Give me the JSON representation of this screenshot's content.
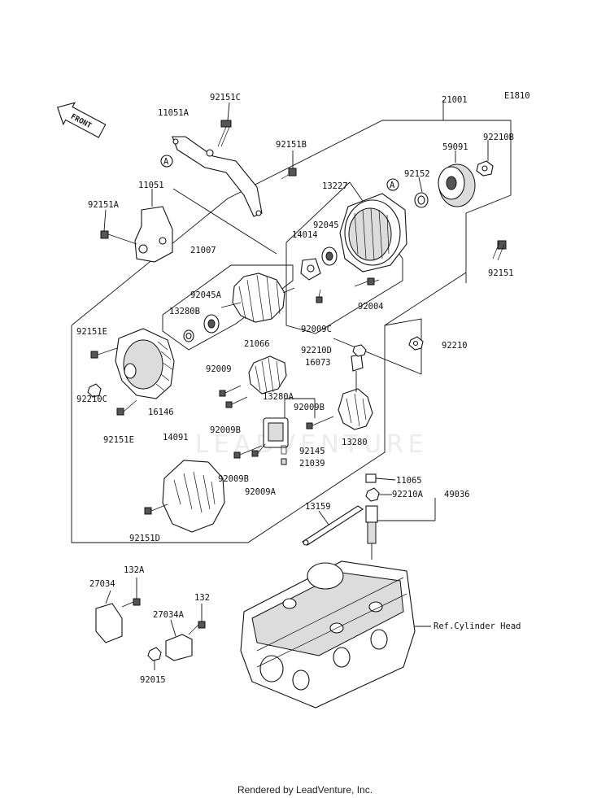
{
  "diagram_code": "E1810",
  "front_label": "FRONT",
  "ref_marks": {
    "a1": "A",
    "a2": "A"
  },
  "watermark": "LEADVENTURE",
  "parts": {
    "p21001": "21001",
    "p92210B": "92210B",
    "p59091": "59091",
    "p92152": "92152",
    "p13227": "13227",
    "p92045": "92045",
    "p14014": "14014",
    "p92151": "92151",
    "p92004": "92004",
    "p92009C": "92009C",
    "p92151C": "92151C",
    "p11051A": "11051A",
    "p92151B": "92151B",
    "p11051": "11051",
    "p92151A": "92151A",
    "p21007": "21007",
    "p92045A": "92045A",
    "p13280B": "13280B",
    "p92151E_top": "92151E",
    "p92210C": "92210C",
    "p92151E_bot": "92151E",
    "p16146": "16146",
    "p21066": "21066",
    "p92009": "92009",
    "p92009B_a": "92009B",
    "p13280A": "13280A",
    "p92009B_b": "92009B",
    "p92210D": "92210D",
    "p16073": "16073",
    "p92210": "92210",
    "p13280": "13280",
    "p14091": "14091",
    "p92145": "92145",
    "p21039": "21039",
    "p92009B_c": "92009B",
    "p92009A": "92009A",
    "p92151D": "92151D",
    "p11065": "11065",
    "p92210A": "92210A",
    "p49036": "49036",
    "p13159": "13159",
    "p132A": "132A",
    "p27034": "27034",
    "p132": "132",
    "p27034A": "27034A",
    "p92015": "92015",
    "ref_cylinder_head": "Ref.Cylinder Head"
  },
  "footer": "Rendered by LeadVenture, Inc."
}
